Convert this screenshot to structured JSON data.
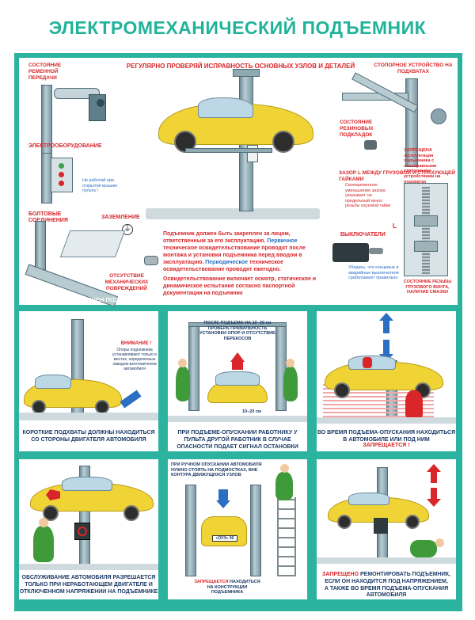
{
  "title": "ЭЛЕКТРОМЕХАНИЧЕСКИЙ ПОДЪЕМНИК",
  "top": {
    "headline": "РЕГУЛЯРНО ПРОВЕРЯЙ ИСПРАВНОСТЬ ОСНОВНЫХ УЗЛОВ И ДЕТАЛЕЙ",
    "belt_state": "СОСТОЯНИЕ РЕМЕННОЙ ПЕРЕДАЧИ",
    "electrical": "ЭЛЕКТРООБОРУДОВАНИЕ",
    "panel_note": "Не работай при открытой крышке пульта !",
    "bolts": "БОЛТОВЫЕ СОЕДИНЕНИЯ",
    "grounding": "ЗАЗЕМЛЕНИЕ",
    "no_damage": "ОТСУТСТВИЕ МЕХАНИЧЕСКИХ ПОВРЕЖДЕНИЙ",
    "stopper": "СТОПОРНОЕ УСТРОЙСТВО НА ПОДХВАТАХ",
    "rubber_pads": "СОСТОЯНИЕ РЕЗИНОВЫХ ПОДКЛАДОК",
    "forbidden_note": "ЗАПРЕЩЕНА эксплуатация подъемника с неисправными стопорными устройствами на подхватах",
    "gap": "ЗАЗОР L МЕЖДУ ГРУЗОВОЙ И СТРАХУЮЩЕЙ ГАЙКАМИ",
    "gap_note": "Своевременное уменьшение зазора указывает на предельный износ резьбы грузовой гайки",
    "switches": "ВЫКЛЮЧАТЕЛИ",
    "switches_note": "Убедись, что концевые и аварийные выключатели срабатывают правильно",
    "screw_state": "СОСТОЯНИЕ РЕЗЬБЫ ГРУЗОВОГО ВИНТА, НАЛИЧИЕ СМАЗКИ",
    "para1": "Подъемник должен быть закреплен за лицом, ответственным за его эксплуатацию.",
    "para1_blue": "Первичное",
    "para1b": "техническое освидетельствование проводят после монтажа и установки подъемника перед вводом в эксплуатацию.",
    "para1_blue2": "Периодическое",
    "para1c": "техническое освидетельствование проводят ежегодно.",
    "para2": "Освидетельствование включает осмотр, статическое и динамическое испытание согласно паспортной документации на подъемник",
    "bottom_warning": "ЗАПРЕЩЕН ПОДЪЕМ АВТОМОБИЛЕЙ МАССОЙ, ПРЕВЫШАЮЩЕЙ ТЕХНИЧЕСКИЕ ВОЗМОЖНОСТИ ПОДЪЕМНИКА",
    "l_label": "L"
  },
  "panels": {
    "p1": {
      "attention": "ВНИМАНИЕ !",
      "note": "Опоры подъемника устанавливают только в местах, определенных заводом-изготовителем автомобиля",
      "caption": "КОРОТКИЕ ПОДХВАТЫ ДОЛЖНЫ НАХОДИТЬСЯ СО СТОРОНЫ ДВИГАТЕЛЯ АВТОМОБИЛЯ"
    },
    "p2": {
      "note": "ПОСЛЕ ПОДЪЕМА НА 10–20 см ПРОВЕРЬ ПРАВИЛЬНОСТЬ УСТАНОВКИ ОПОР И ОТСУТСТВИЕ ПЕРЕКОСОВ",
      "measure": "10–20 см",
      "caption": "ПРИ ПОДЪЕМЕ-ОПУСКАНИИ РАБОТНИКУ У ПУЛЬТА ДРУГОЙ РАБОТНИК В СЛУЧАЕ ОПАСНОСТИ ПОДАЕТ СИГНАЛ ОСТАНОВКИ"
    },
    "p3": {
      "caption": "ВО ВРЕМЯ ПОДЪЕМА-ОПУСКАНИЯ НАХОДИТЬСЯ В АВТОМОБИЛЕ ИЛИ ПОД НИМ",
      "forbidden": "ЗАПРЕЩАЕТСЯ !"
    },
    "p4": {
      "caption": "ОБСЛУЖИВАНИЕ АВТОМОБИЛЯ РАЗРЕШАЕТСЯ ТОЛЬКО ПРИ НЕРАБОТАЮЩЕМ ДВИГАТЕЛЕ И ОТКЛЮЧЕННОМ НАПРЯЖЕНИИ НА ПОДЪЕМНИКЕ"
    },
    "p5": {
      "note": "ПРИ РУЧНОМ ОПУСКАНИИ АВТОМОБИЛЯ НУЖНО СТОЯТЬ НА ПОДМОСТКАХ, ВНЕ КОНТУРА ДВИЖУЩИХСЯ УЗЛОВ",
      "plate": "«ОУЭ» 00",
      "forbidden": "ЗАПРЕЩАЕТСЯ",
      "forbidden_rest": "НАХОДИТЬСЯ НА КОНСТРУКЦИИ ПОДЪЕМНИКА"
    },
    "p6": {
      "forbidden": "ЗАПРЕЩЕНО",
      "caption_a": "РЕМОНТИРОВАТЬ ПОДЪЕМНИК,",
      "caption_b": "ЕСЛИ ОН НАХОДИТСЯ ПОД НАПРЯЖЕНИЕМ,",
      "caption_c": "А ТАКЖЕ ВО ВРЕМЯ ПОДЪЕМА-ОПУСКАНИЯ АВТОМОБИЛЯ"
    }
  },
  "colors": {
    "accent": "#2bb3a0",
    "title": "#21b39a",
    "text": "#1b3a66",
    "warning": "#d8262a",
    "info": "#2a6fc2",
    "car": "#f0d436"
  }
}
